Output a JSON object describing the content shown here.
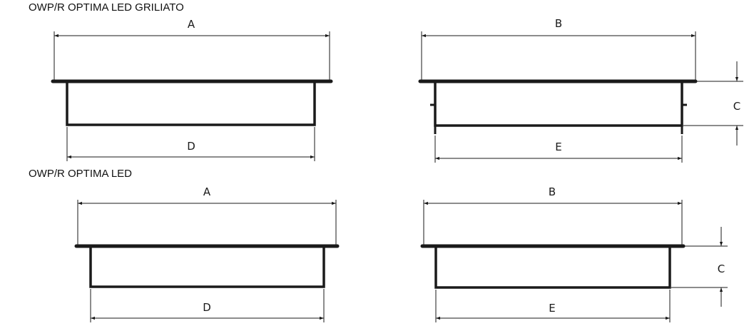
{
  "sections": {
    "top_title": "OWP/R OPTIMA LED GRILIATO",
    "bottom_title": "OWP/R OPTIMA LED"
  },
  "dimension_labels": {
    "top_left_width": "A",
    "top_left_inner": "D",
    "top_right_width": "B",
    "top_right_inner": "E",
    "top_right_height": "C",
    "bottom_left_width": "A",
    "bottom_left_inner": "D",
    "bottom_right_width": "B",
    "bottom_right_inner": "E",
    "bottom_right_height": "C"
  },
  "colors": {
    "line": "#1a1a1a",
    "background": "#ffffff"
  }
}
